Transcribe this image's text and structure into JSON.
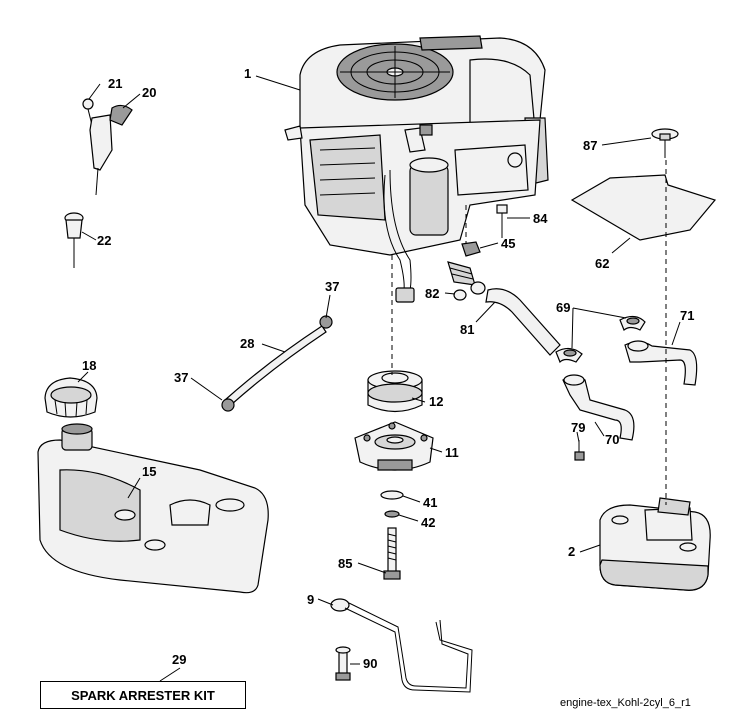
{
  "callouts": {
    "c1": "1",
    "c2": "2",
    "c9": "9",
    "c11": "11",
    "c12": "12",
    "c15": "15",
    "c18": "18",
    "c20": "20",
    "c21": "21",
    "c22": "22",
    "c28": "28",
    "c29": "29",
    "c37a": "37",
    "c37b": "37",
    "c41": "41",
    "c42": "42",
    "c45": "45",
    "c62": "62",
    "c69": "69",
    "c70": "70",
    "c71": "71",
    "c79": "79",
    "c81": "81",
    "c82": "82",
    "c84": "84",
    "c85": "85",
    "c87": "87",
    "c90": "90"
  },
  "kit_box_label": "SPARK ARRESTER KIT",
  "reference_code": "engine-tex_Kohl-2cyl_6_r1"
}
